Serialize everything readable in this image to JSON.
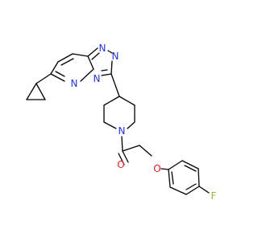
{
  "molecule": {
    "colors": {
      "carbon_bond": "#000000",
      "nitrogen": "#2233dd",
      "oxygen": "#e02020",
      "fluorine": "#8fbc3a",
      "background": "#ffffff"
    },
    "atom_labels": {
      "n_top_right": "N",
      "n_triazole_right": "N",
      "n_bridge": "N",
      "n_pyridazine": "N",
      "n_piperidine": "N",
      "o_carbonyl": "O",
      "o_ether": "O",
      "f": "F"
    }
  }
}
